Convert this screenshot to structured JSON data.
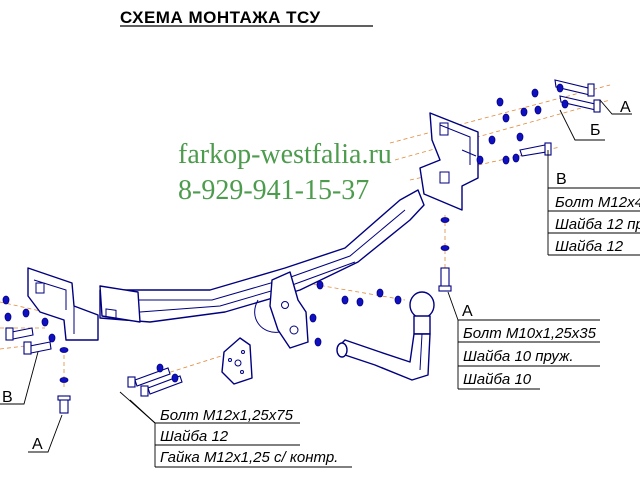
{
  "title": "СХЕМА МОНТАЖА ТСУ",
  "watermark": {
    "site": "farkop-westfalia.ru",
    "phone": "8-929-941-15-37"
  },
  "callouts": {
    "right_upper": {
      "letter_a": "А",
      "letter_b": "Б",
      "letter_v": "В",
      "lines": [
        "Болт М12х4",
        "Шайба 12 пр",
        "Шайба 12"
      ]
    },
    "middle": {
      "letter": "А",
      "lines": [
        "Болт М10х1,25х35",
        "Шайба 10 пруж.",
        "Шайба 10"
      ]
    },
    "bottom": {
      "lines": [
        "Болт М12х1,25х75",
        "Шайба 12",
        "Гайка М12х1,25 с/ контр."
      ]
    },
    "left": {
      "letter_v": "В",
      "letter_a": "А"
    }
  },
  "colors": {
    "lines": "#000080",
    "nuts": "#1010c0",
    "guides": "#e08a3c",
    "watermark": "#2f8a2f"
  }
}
